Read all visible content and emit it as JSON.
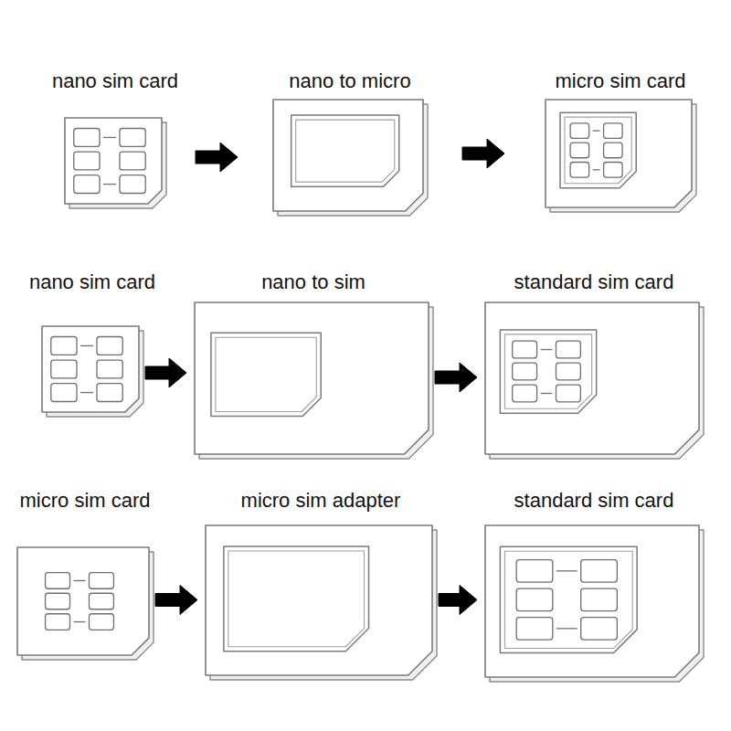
{
  "diagram": {
    "nodes": [
      {
        "text": [
          "nano sim card"
        ]
      },
      {
        "text": [
          "nano to micro"
        ]
      },
      {
        "text": [
          "micro sim card"
        ]
      },
      {
        "text": [
          "nano sim card"
        ]
      },
      {
        "text": [
          "nano to sim"
        ]
      },
      {
        "text": [
          "standard sim card"
        ]
      },
      {
        "text": [
          "micro sim card"
        ]
      },
      {
        "text": [
          "micro sim adapter"
        ]
      },
      {
        "text": [
          "standard sim card"
        ]
      }
    ],
    "edges": [
      {
        "from": 0,
        "to": 1,
        "arrow": "to"
      },
      {
        "from": 1,
        "to": 2,
        "arrow": "to"
      },
      {
        "from": 3,
        "to": 4,
        "arrow": "to"
      },
      {
        "from": 4,
        "to": 5,
        "arrow": "to"
      },
      {
        "from": 6,
        "to": 7,
        "arrow": "to"
      },
      {
        "from": 7,
        "to": 8,
        "arrow": "to"
      }
    ]
  }
}
